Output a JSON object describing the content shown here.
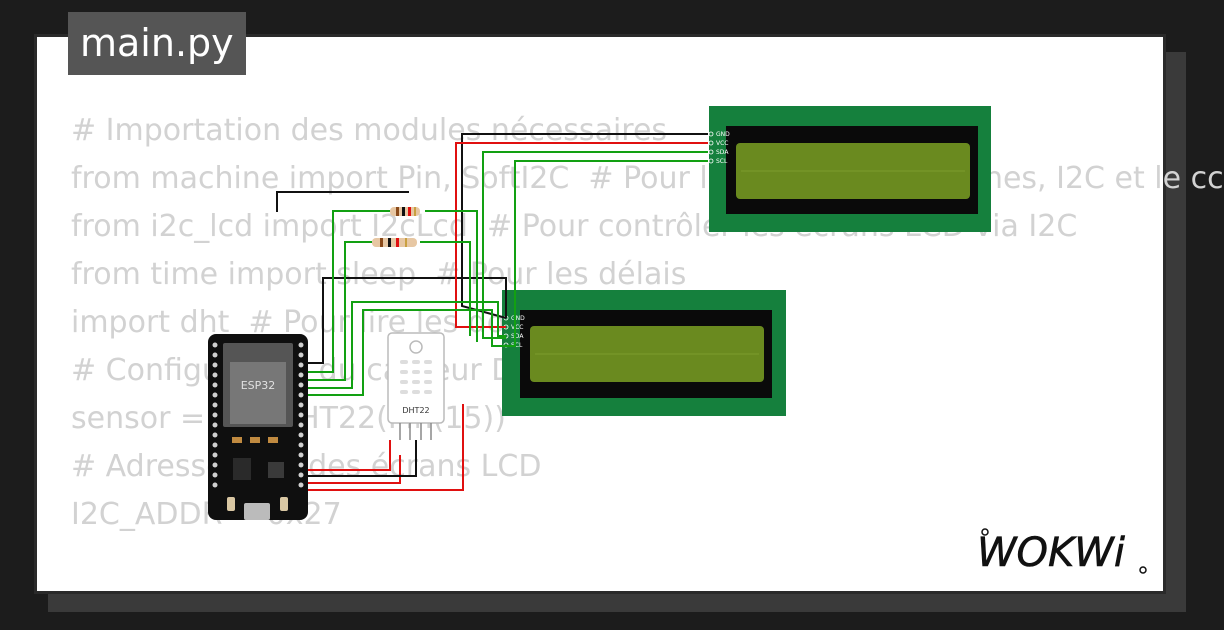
{
  "tab": {
    "filename": "main.py"
  },
  "code_lines": [
    "# Importation des modules nécessaires",
    "from machine import Pin, SoftI2C  # Pour la gestion des broches, I2C et le cc",
    "from i2c_lcd import I2cLcd  # Pour contrôler les écrans LCD via I2C",
    "from time import sleep  # Pour les délais",
    "import dht  # Pour lire les données du DHT22",
    "",
    "# Configuration du capteur DHT22",
    "sensor = dht.DHT22(Pin(15))",
    "",
    "# Adresses I2C des écrans LCD",
    "I2C_ADDR = 0x27"
  ],
  "components": {
    "esp32_label": "ESP32",
    "dht22_label": "DHT22",
    "lcd_pins": [
      "GND",
      "VCC",
      "SDA",
      "SCL"
    ]
  },
  "brand": {
    "name": "WOKWi"
  },
  "colors": {
    "background": "#1c1c1c",
    "card": "#ffffff",
    "tab": "#555555",
    "code_text": "#d2d2d2",
    "lcd_pcb": "#15803d",
    "lcd_screen": "#6a8a1f",
    "wire_green": "#12a012",
    "wire_red": "#e01010",
    "wire_black": "#111111"
  }
}
